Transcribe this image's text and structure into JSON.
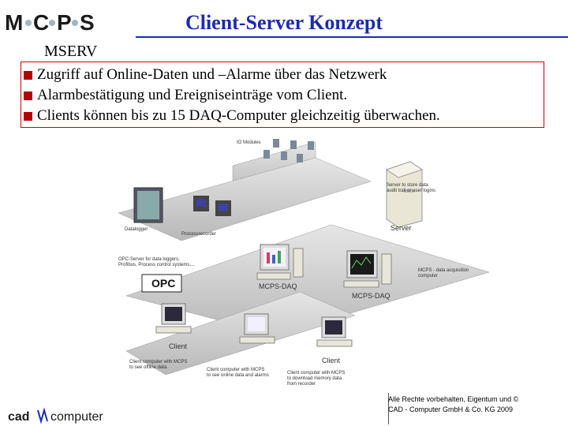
{
  "header": {
    "logo_text": "MCPS",
    "title": "Client-Server Konzept",
    "subtitle": "MSERV"
  },
  "bullets": [
    "Zugriff auf Online-Daten und –Alarme über das Netzwerk",
    "Alarmbestätigung und Ereigniseinträge vom Client.",
    "Clients können bis zu 15 DAQ-Computer gleichzeitig überwachen."
  ],
  "diagram": {
    "io_modules": "IO Modules",
    "server_note": "Server to store data\naudit trail or user logins",
    "server": "Server",
    "datalogger": "Datalogger",
    "processrecorder": "Processrecorder",
    "opc_note": "OPC-Server for data loggers,\nProfibus, Process control systems,...",
    "mcps_daq_1": "MCPS-DAQ",
    "mcps_daq_2": "MCPS-DAQ",
    "daq_note": "MCPS - data acquisition\ncomputer",
    "client_1": "Client",
    "client_2": "Client",
    "client_note_1": "Client computer with MCPS\nto see offline data",
    "client_note_2": "Client computer with MCPS\nto see online data and alarms",
    "client_note_3": "Client computer with MCPS\nto download memory data\nfrom recorder"
  },
  "footer": {
    "logo_text": "cad computer",
    "copyright_line1": "Alle Rechte vorbehalten, Eigentum und ©",
    "copyright_line2": "CAD - Computer GmbH & Co. KG   2009"
  },
  "colors": {
    "title": "#1c2bb0",
    "bullet": "#b30000",
    "box_border": "#d00000"
  }
}
